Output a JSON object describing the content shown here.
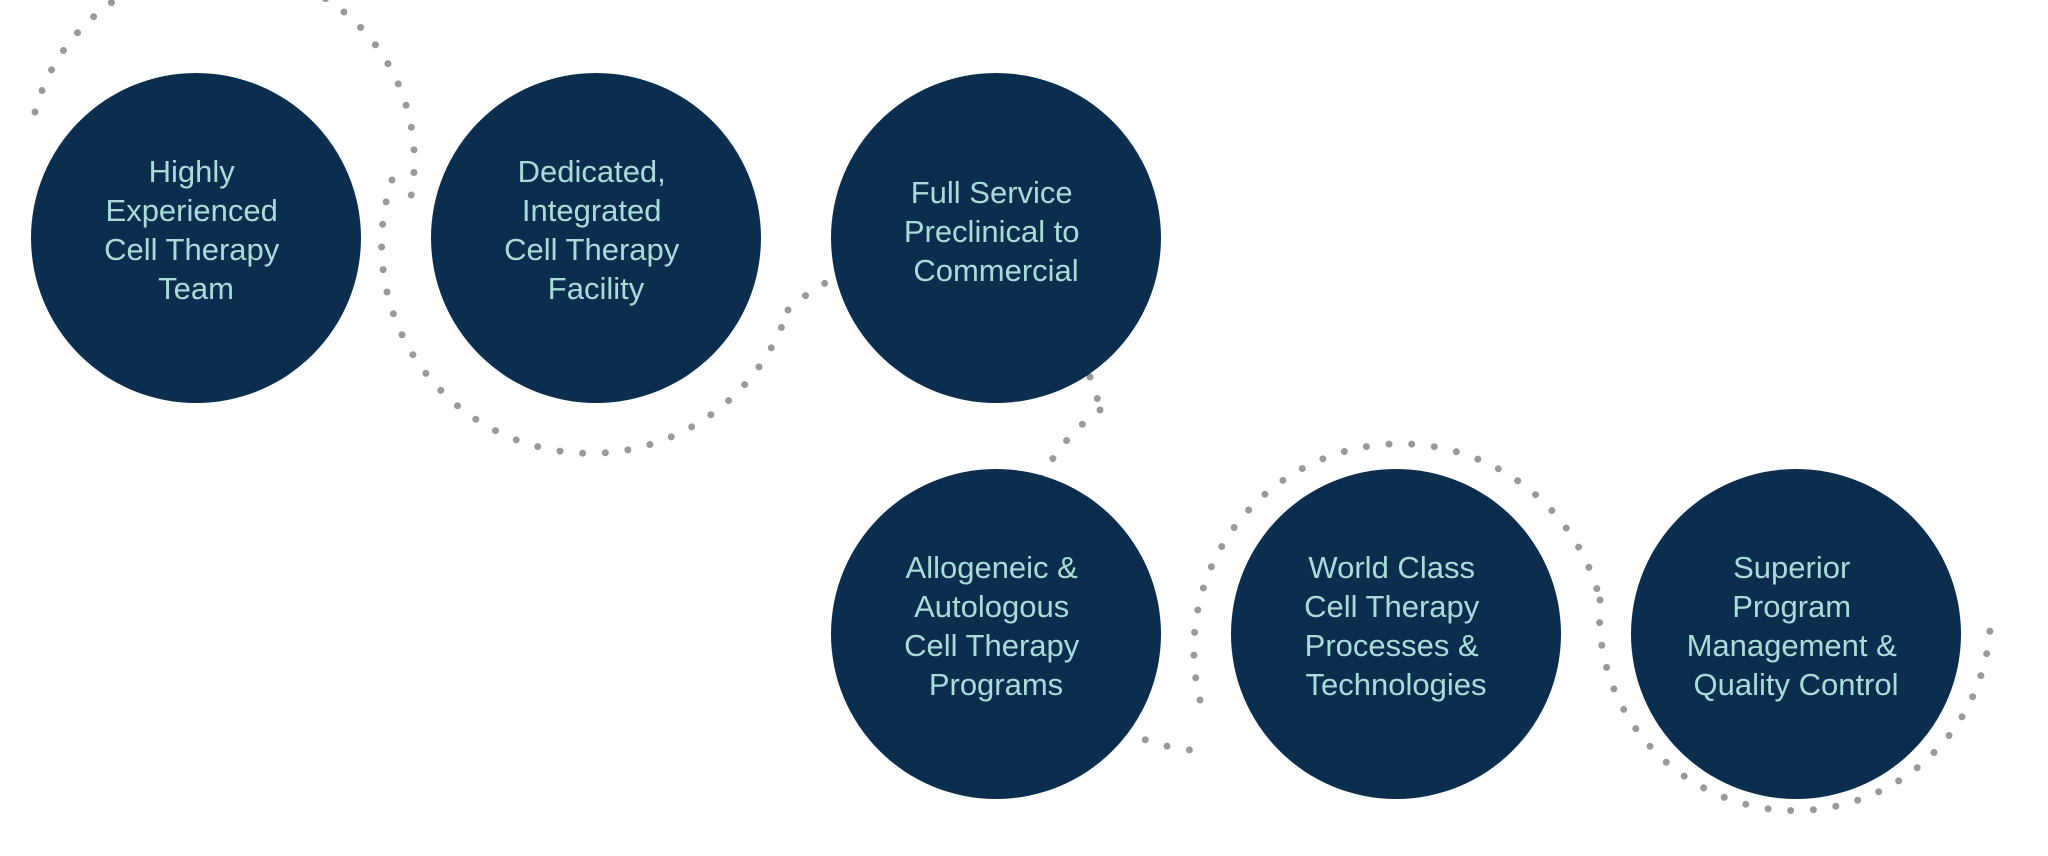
{
  "diagram": {
    "nodes": [
      {
        "id": "team",
        "lines": [
          "Highly",
          "Experienced",
          "Cell Therapy",
          "Team"
        ]
      },
      {
        "id": "facility",
        "lines": [
          "Dedicated,",
          "Integrated",
          "Cell Therapy",
          "Facility"
        ]
      },
      {
        "id": "service",
        "lines": [
          "Full Service",
          "Preclinical to",
          "Commercial"
        ]
      },
      {
        "id": "programs",
        "lines": [
          "Allogeneic &",
          "Autologous",
          "Cell Therapy",
          "Programs"
        ]
      },
      {
        "id": "processes",
        "lines": [
          "World Class",
          "Cell Therapy",
          "Processes &",
          "Technologies"
        ]
      },
      {
        "id": "quality",
        "lines": [
          "Superior",
          "Program",
          "Management &",
          "Quality Control"
        ]
      }
    ],
    "colors": {
      "circle_fill": "#0b2e4f",
      "label_text": "#a9dcd9",
      "dotted_arc": "#9a9a9a",
      "background": "#ffffff"
    },
    "connector_style": "dotted-arc"
  }
}
